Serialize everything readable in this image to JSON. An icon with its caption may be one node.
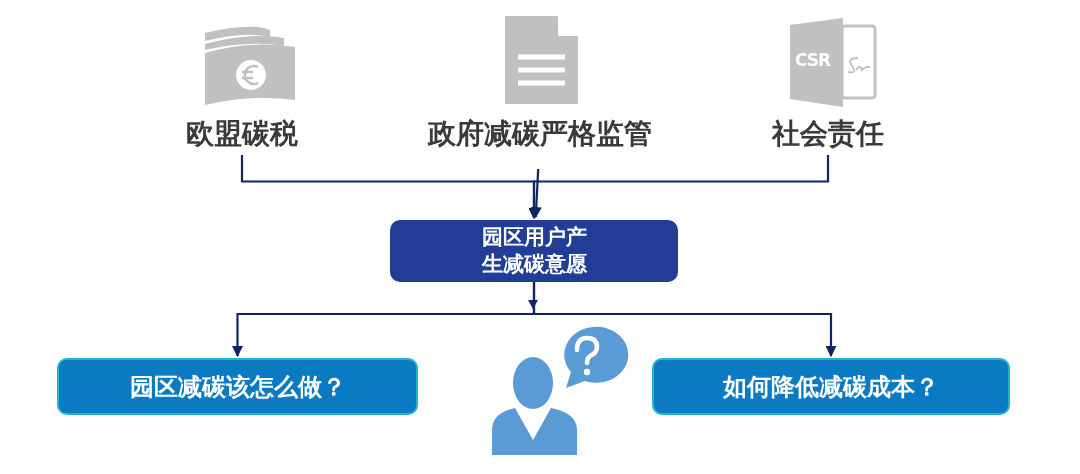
{
  "diagram": {
    "nodes": [
      {
        "text": [
          "欧盟碳税"
        ]
      },
      {
        "text": [
          "政府减碳严格监管"
        ]
      },
      {
        "text": [
          "社会责任"
        ]
      },
      {
        "text": [
          "园区用户产生减碳意愿"
        ]
      },
      {
        "text": [
          "园区减碳该怎么做？"
        ]
      },
      {
        "text": [
          "如何降低减碳成本？"
        ]
      }
    ],
    "edges": [
      {
        "from": 0,
        "to": 3,
        "arrow": "to"
      },
      {
        "from": 1,
        "to": 3,
        "arrow": "to"
      },
      {
        "from": 2,
        "to": 3,
        "arrow": "to"
      },
      {
        "from": 3,
        "to": 4,
        "arrow": "to"
      },
      {
        "from": 3,
        "to": 5,
        "arrow": "to"
      }
    ],
    "labels": [
      "CSR"
    ]
  }
}
